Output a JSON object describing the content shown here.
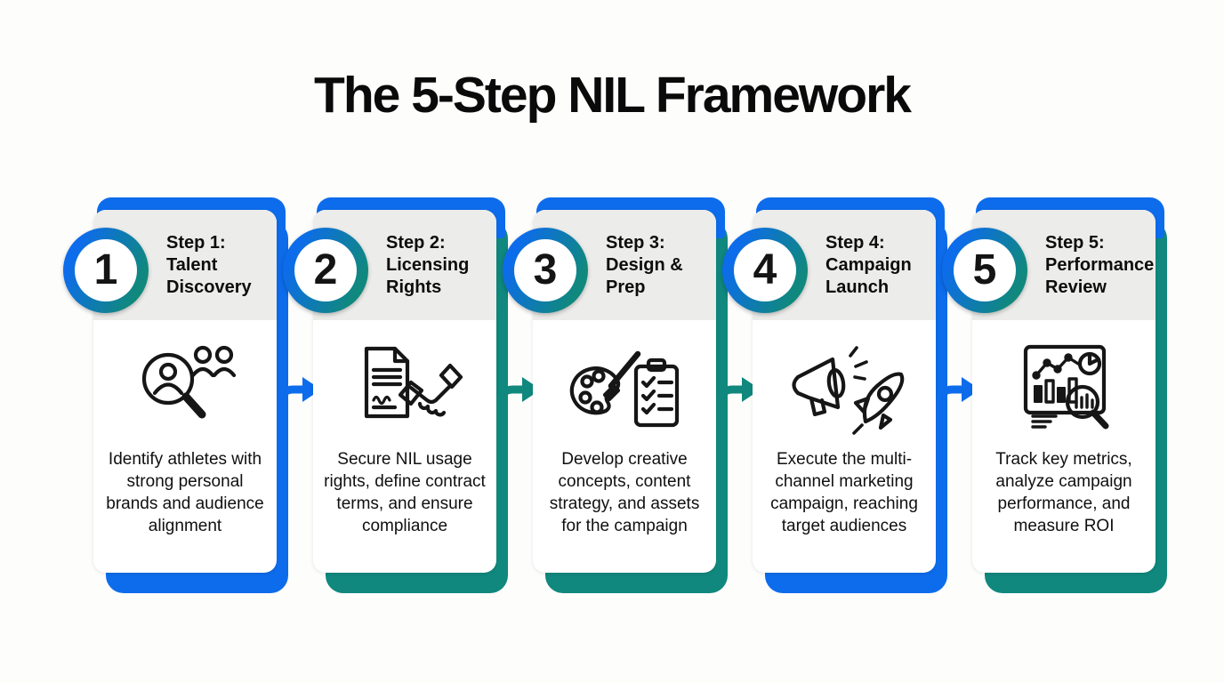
{
  "page": {
    "title": "The 5-Step NIL Framework"
  },
  "colors": {
    "blue": "#0d6ceb",
    "teal": "#10887d",
    "header_gray": "#ececea",
    "text": "#101010",
    "background": "#fdfdfc"
  },
  "steps": [
    {
      "number": "1",
      "step_label": "Step 1:",
      "step_name": "Talent Discovery",
      "icon": "athlete-search-icon",
      "description": "Identify athletes with strong personal brands and audience alignment",
      "accent": "#0d6ceb",
      "has_arrow_after": true
    },
    {
      "number": "2",
      "step_label": "Step 2:",
      "step_name": "Licensing Rights",
      "icon": "contract-handshake-icon",
      "description": "Secure NIL usage rights, define contract terms, and ensure compliance",
      "accent": "#10887d",
      "has_arrow_after": true
    },
    {
      "number": "3",
      "step_label": "Step 3:",
      "step_name": "Design & Prep",
      "icon": "palette-checklist-icon",
      "description": "Develop creative concepts, content strategy, and assets for the campaign",
      "accent": "#10887d",
      "has_arrow_after": true
    },
    {
      "number": "4",
      "step_label": "Step 4:",
      "step_name": "Campaign Launch",
      "icon": "megaphone-rocket-icon",
      "description": "Execute the multi-channel marketing campaign, reaching target audiences",
      "accent": "#0d6ceb",
      "has_arrow_after": true
    },
    {
      "number": "5",
      "step_label": "Step 5:",
      "step_name": "Performance Review",
      "icon": "analytics-report-icon",
      "description": "Track key metrics, analyze campaign performance, and measure ROI",
      "accent": "#10887d",
      "has_arrow_after": false
    }
  ]
}
